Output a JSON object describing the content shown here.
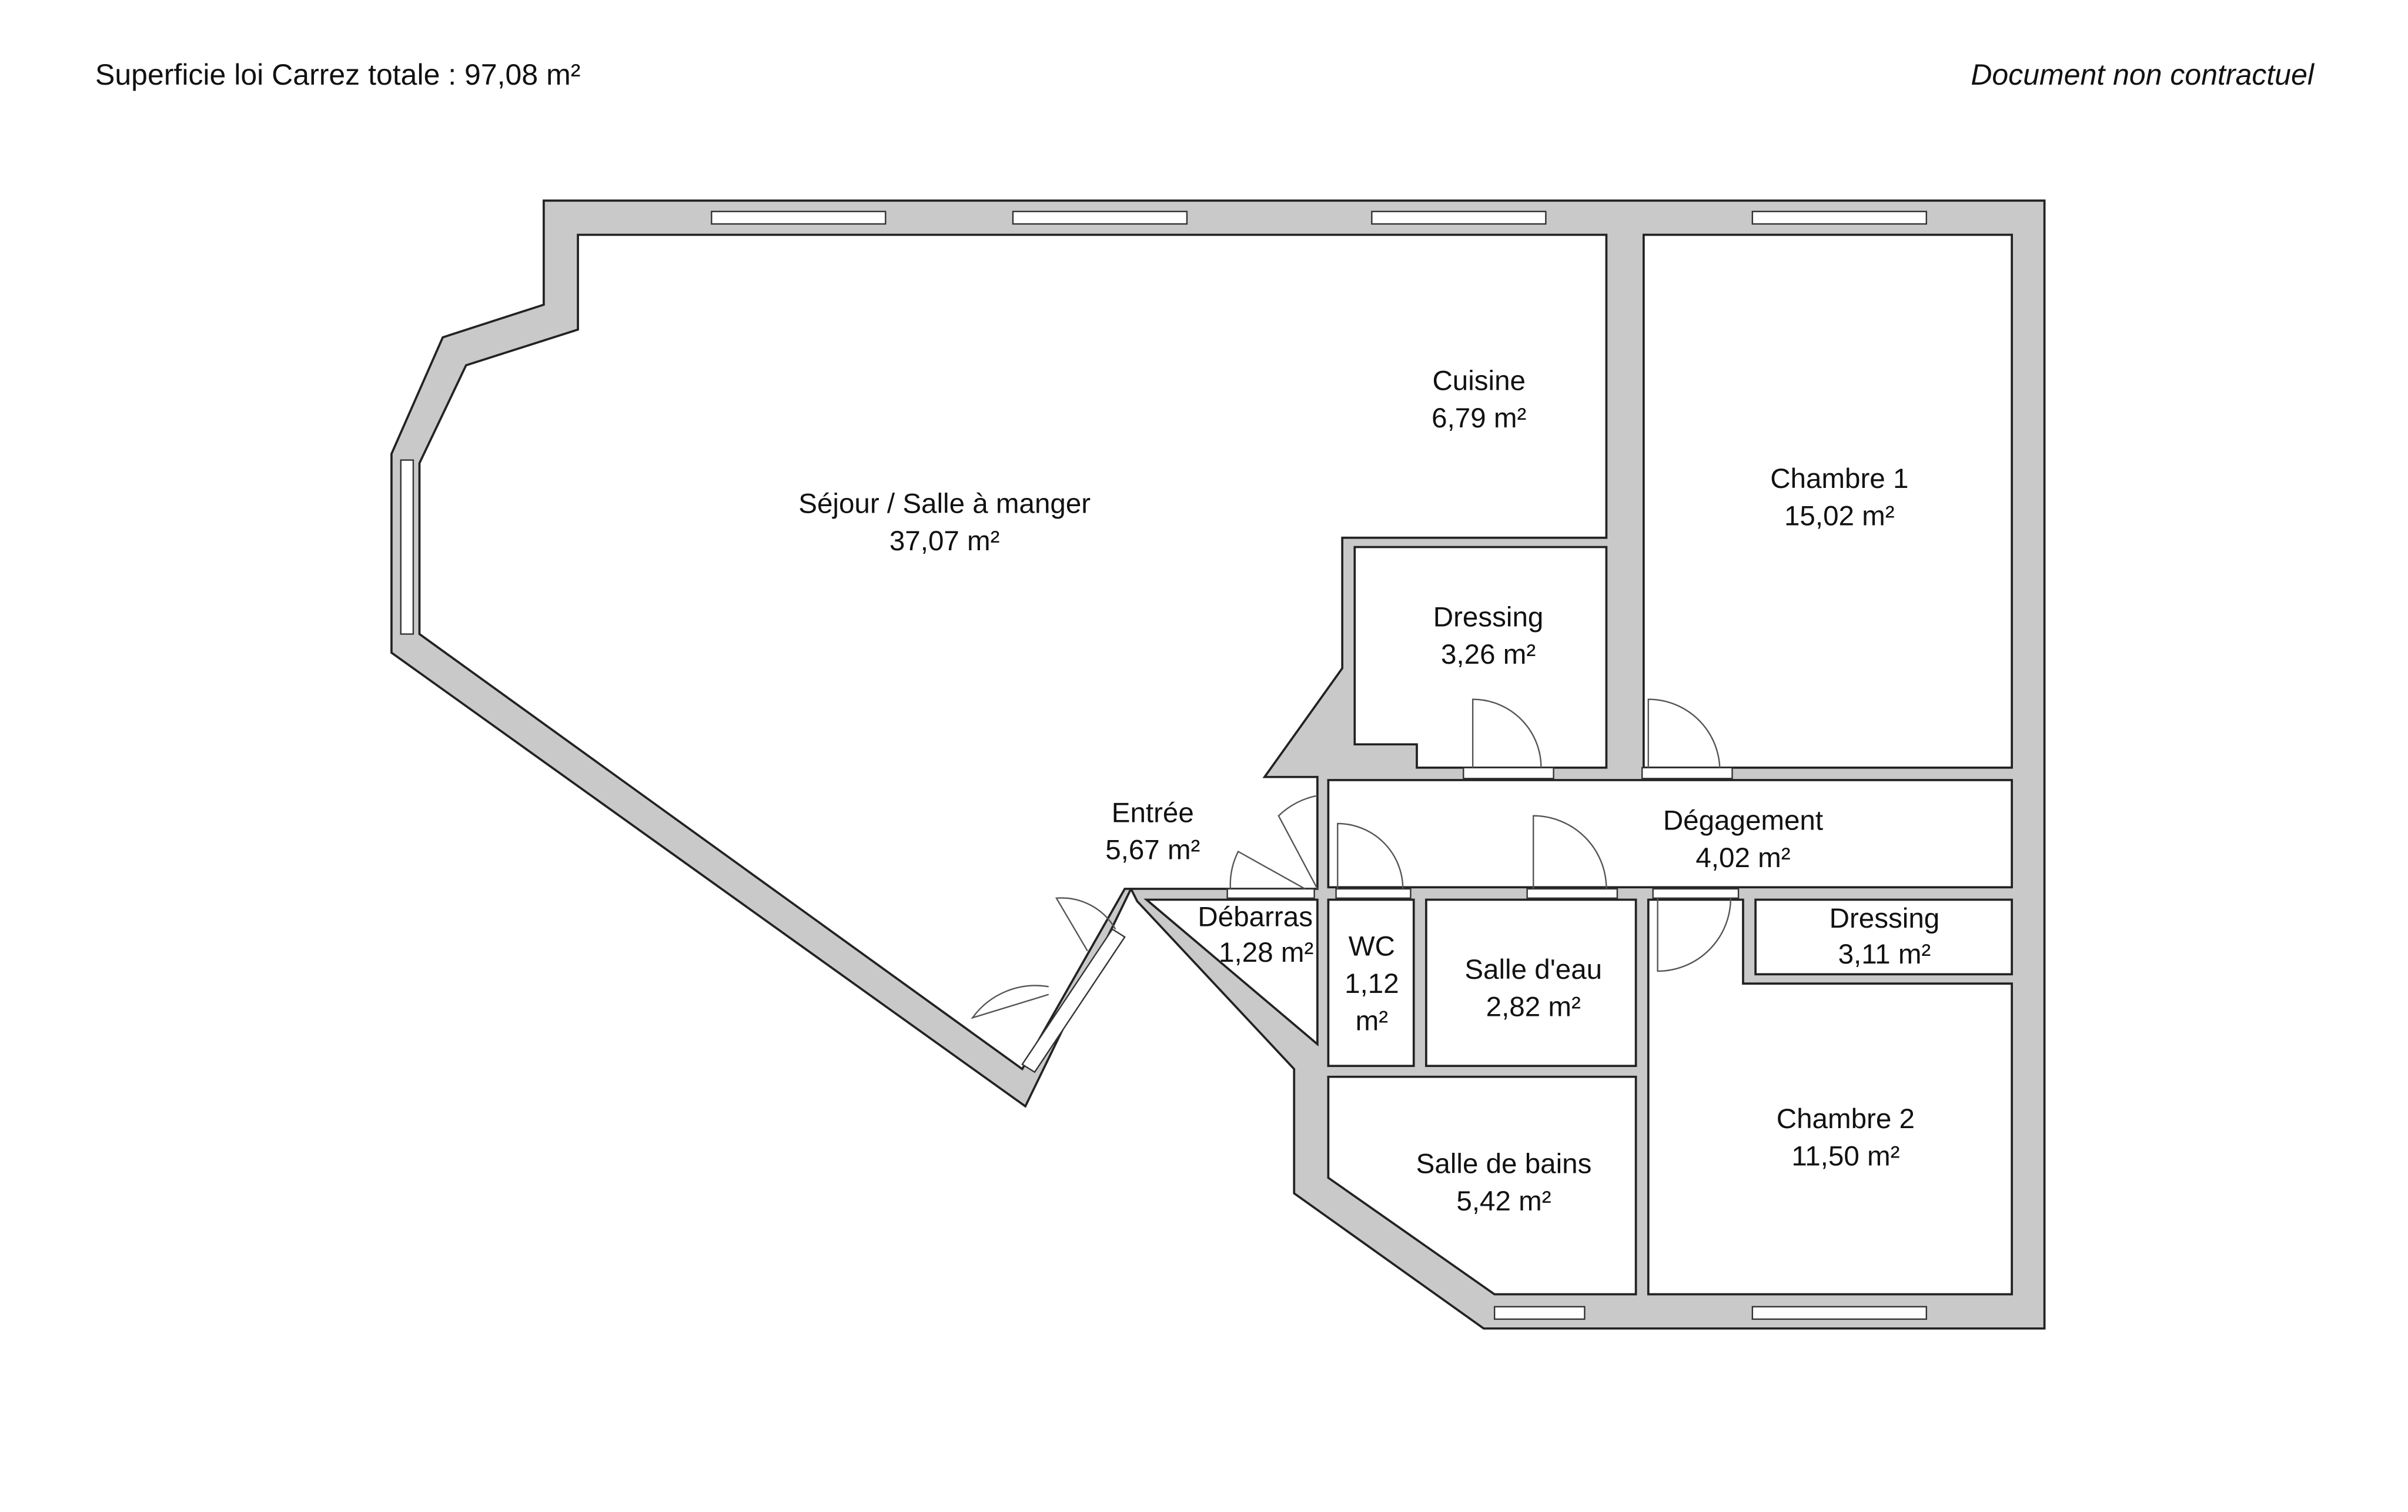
{
  "header": {
    "total_area": "Superficie loi Carrez totale :  97,08 m²",
    "disclaimer": "Document non contractuel"
  },
  "rooms": [
    {
      "name": "Séjour / Salle à manger",
      "area": "37,07 m²"
    },
    {
      "name": "Cuisine",
      "area": "6,79 m²"
    },
    {
      "name": "Chambre 1",
      "area": "15,02 m²"
    },
    {
      "name": "Dressing",
      "area": "3,26 m²"
    },
    {
      "name": "Entrée",
      "area": "5,67 m²"
    },
    {
      "name": "Dégagement",
      "area": "4,02 m²"
    },
    {
      "name": "Débarras",
      "area": "1,28 m²"
    },
    {
      "name": "WC",
      "area_line1": "1,12",
      "area_line2": "m²"
    },
    {
      "name": "Salle d'eau",
      "area": "2,82 m²"
    },
    {
      "name": "Dressing",
      "area": "3,11 m²"
    },
    {
      "name": "Salle de bains",
      "area": "5,42 m²"
    },
    {
      "name": "Chambre 2",
      "area": "11,50 m²"
    }
  ],
  "colors": {
    "wall": "#c9c9c9",
    "line": "#222222"
  }
}
